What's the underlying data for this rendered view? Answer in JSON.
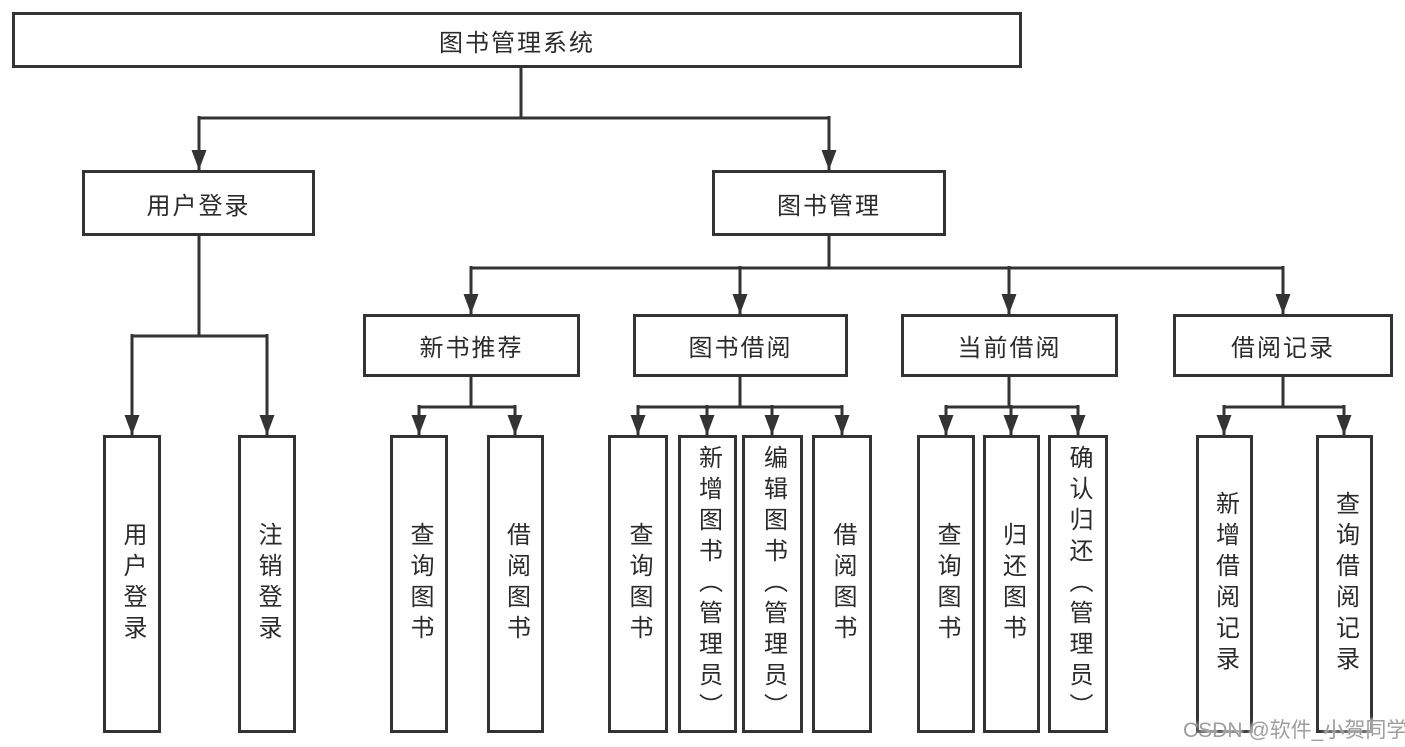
{
  "diagram": {
    "root": {
      "label": "图书管理系统",
      "children": [
        {
          "label": "用户登录",
          "children": [
            {
              "label": "用户登录"
            },
            {
              "label": "注销登录"
            }
          ]
        },
        {
          "label": "图书管理",
          "children": [
            {
              "label": "新书推荐",
              "children": [
                {
                  "label": "查询图书"
                },
                {
                  "label": "借阅图书"
                }
              ]
            },
            {
              "label": "图书借阅",
              "children": [
                {
                  "label": "查询图书"
                },
                {
                  "label": "新增图书（管理员）"
                },
                {
                  "label": "编辑图书（管理员）"
                },
                {
                  "label": "借阅图书"
                }
              ]
            },
            {
              "label": "当前借阅",
              "children": [
                {
                  "label": "查询图书"
                },
                {
                  "label": "归还图书"
                },
                {
                  "label": "确认归还（管理员）"
                }
              ]
            },
            {
              "label": "借阅记录",
              "children": [
                {
                  "label": "新增借阅记录"
                },
                {
                  "label": "查询借阅记录"
                }
              ]
            }
          ]
        }
      ]
    }
  },
  "watermark": {
    "label": "CSDN @软件_小贺同学"
  },
  "colors": {
    "line": "#333333",
    "text": "#2b2b2b",
    "background": "#ffffff",
    "watermark": "#9e9e9e"
  }
}
